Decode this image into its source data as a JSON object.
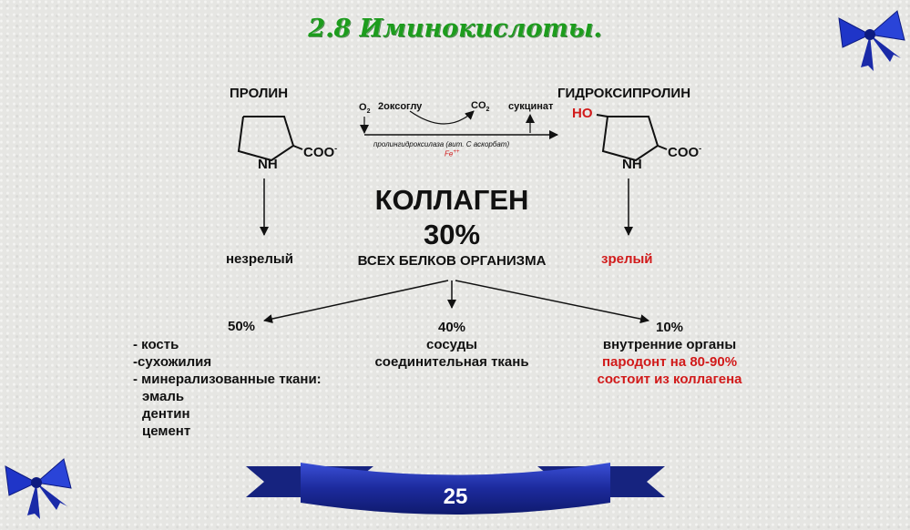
{
  "title": "2.8 Иминокислоты.",
  "proline": {
    "name": "ПРОЛИН",
    "nh": "NH",
    "coo": "COO",
    "charge": "-",
    "result": "незрелый"
  },
  "hydroxyproline": {
    "name": "ГИДРОКСИПРОЛИН",
    "ho": "HO",
    "nh": "NH",
    "coo": "COO",
    "charge": "-",
    "result": "зрелый"
  },
  "reaction": {
    "o2": "O",
    "o2_sub": "2",
    "oxoglu": "2оксоглу",
    "co2": "CO",
    "co2_sub": "2",
    "succinate": "сукцинат",
    "enzyme": "пролингидроксилаза (вит. С аскорбат)",
    "cofactor": "Fe",
    "cofactor_sup": "++"
  },
  "collagen": {
    "name": "КОЛЛАГЕН",
    "percent": "30%",
    "subtitle": "ВСЕХ БЕЛКОВ ОРГАНИЗМА"
  },
  "distribution": {
    "left": {
      "percent": "50%",
      "lines": [
        "- кость",
        "-сухожилия",
        "- минерализованные ткани:",
        "эмаль",
        "дентин",
        "цемент"
      ]
    },
    "middle": {
      "percent": "40%",
      "lines": [
        "сосуды",
        "соединительная ткань"
      ]
    },
    "right": {
      "percent": "10%",
      "lines": [
        "внутренние органы"
      ],
      "red_lines": [
        "пародонт на 80-90%",
        "состоит из коллагена"
      ]
    }
  },
  "page_number": "25",
  "colors": {
    "title_green": "#1d9c1d",
    "accent_red": "#d11a1a",
    "ribbon_blue": "#1f2fae"
  },
  "icons": [
    "bow-ribbon-icon"
  ]
}
